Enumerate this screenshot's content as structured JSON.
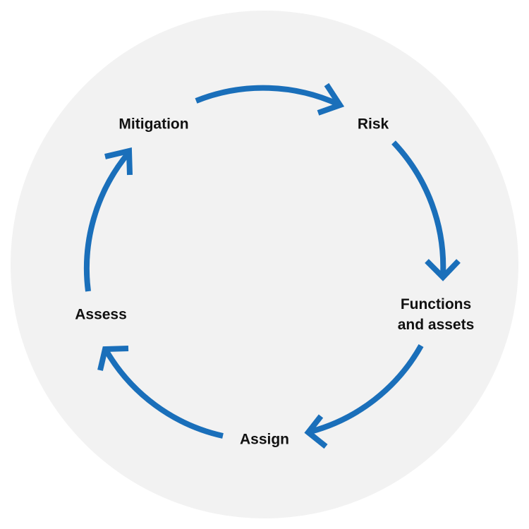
{
  "diagram": {
    "background_color": "#f2f2f2",
    "arrow_color": "#1a6fba",
    "text_color": "#111111",
    "steps": [
      {
        "id": "mitigation",
        "lines": [
          "Mitigation"
        ]
      },
      {
        "id": "risk",
        "lines": [
          "Risk"
        ]
      },
      {
        "id": "functions-and-assets",
        "lines": [
          "Functions",
          "and assets"
        ]
      },
      {
        "id": "assign",
        "lines": [
          "Assign"
        ]
      },
      {
        "id": "assess",
        "lines": [
          "Assess"
        ]
      }
    ],
    "arrows": [
      {
        "from": "mitigation",
        "to": "risk"
      },
      {
        "from": "risk",
        "to": "functions-and-assets"
      },
      {
        "from": "functions-and-assets",
        "to": "assign"
      },
      {
        "from": "assign",
        "to": "assess"
      },
      {
        "from": "assess",
        "to": "mitigation"
      }
    ]
  }
}
